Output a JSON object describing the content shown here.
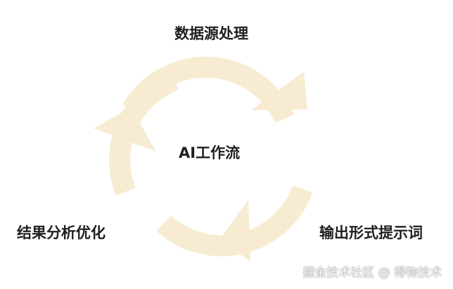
{
  "diagram": {
    "center_title": "AI工作流",
    "stages": {
      "top": "数据源处理",
      "right": "输出形式提示词",
      "left": "结果分析优化"
    },
    "cycle_color": "#f7ecd2"
  },
  "watermark": "掘金技术社区 @ 得物技术"
}
